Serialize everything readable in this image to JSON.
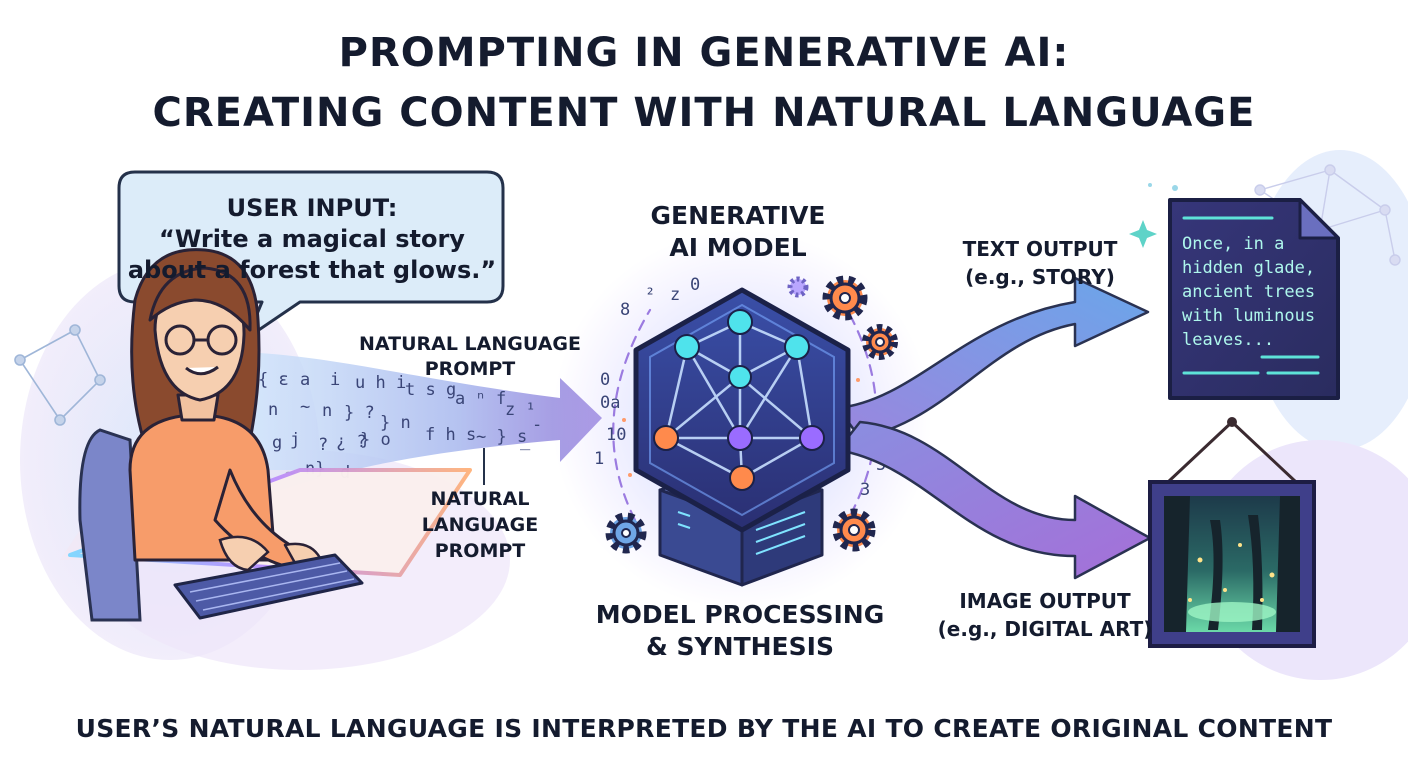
{
  "title": {
    "line1": "PROMPTING IN GENERATIVE AI:",
    "line2": "CREATING CONTENT WITH NATURAL LANGUAGE"
  },
  "user_bubble": {
    "line1": "USER INPUT:",
    "line2": "“Write a magical story",
    "line3": "about a forest that glows.”"
  },
  "prompt_label_upper": {
    "line1": "NATURAL LANGUAGE",
    "line2": "PROMPT"
  },
  "prompt_label_lower": {
    "line1": "NATURAL",
    "line2": "LANGUAGE",
    "line3": "PROMPT"
  },
  "model": {
    "title_line1": "GENERATIVE",
    "title_line2": "AI MODEL",
    "caption_line1": "MODEL PROCESSING",
    "caption_line2": "& SYNTHESIS"
  },
  "text_output": {
    "label_line1": "TEXT OUTPUT",
    "label_line2": "(e.g., STORY)",
    "content": "Once, in a\nhidden glade,\nancient trees\nwith luminous\nleaves..."
  },
  "image_output": {
    "label_line1": "IMAGE OUTPUT",
    "label_line2": "(e.g., DIGITAL ART)"
  },
  "footer": "USER’S NATURAL LANGUAGE IS INTERPRETED BY THE AI TO CREATE ORIGINAL CONTENT",
  "colors": {
    "dark_text": "#141b2e",
    "bubble_fill": "#dcecf9",
    "bubble_stroke": "#24314a",
    "hexagon_fill": "#2f3f88",
    "node_cyan": "#4fe3ec",
    "node_orange": "#ff8a4c",
    "node_purple": "#9a6cff",
    "arrow_blue": "#6fa6e6",
    "arrow_purple": "#9b7be0",
    "document_fill": "#2e2f6a",
    "accent_orange": "#f48a3c"
  },
  "icons": [
    "speech-bubble-icon",
    "person-icon",
    "keyboard-icon",
    "neural-network-icon",
    "server-icon",
    "gear-icon",
    "document-icon",
    "framed-picture-icon",
    "sparkle-icon",
    "network-graph-icon"
  ]
}
